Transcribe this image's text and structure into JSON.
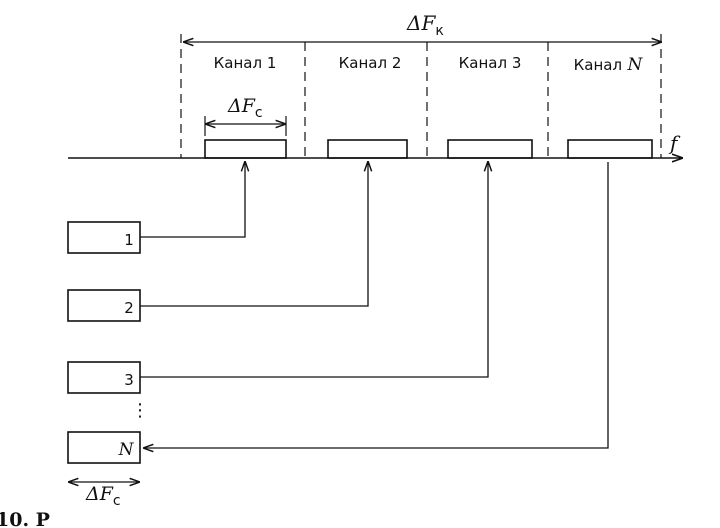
{
  "total_band": {
    "symbol": "ΔF",
    "subscript": "к"
  },
  "channels": [
    {
      "label": "Канал 1"
    },
    {
      "label": "Канал 2"
    },
    {
      "label": "Канал 3"
    },
    {
      "label": "Канал",
      "label_italic": "N"
    }
  ],
  "signal_band": {
    "symbol": "ΔF",
    "subscript": "с"
  },
  "axis": {
    "label": "f"
  },
  "sources": [
    {
      "label": "1"
    },
    {
      "label": "2"
    },
    {
      "label": "3"
    },
    {
      "label": "N"
    }
  ],
  "source_band": {
    "symbol": "ΔF",
    "subscript": "с"
  },
  "ellipsis": "⋮",
  "caption": "10.  Р"
}
